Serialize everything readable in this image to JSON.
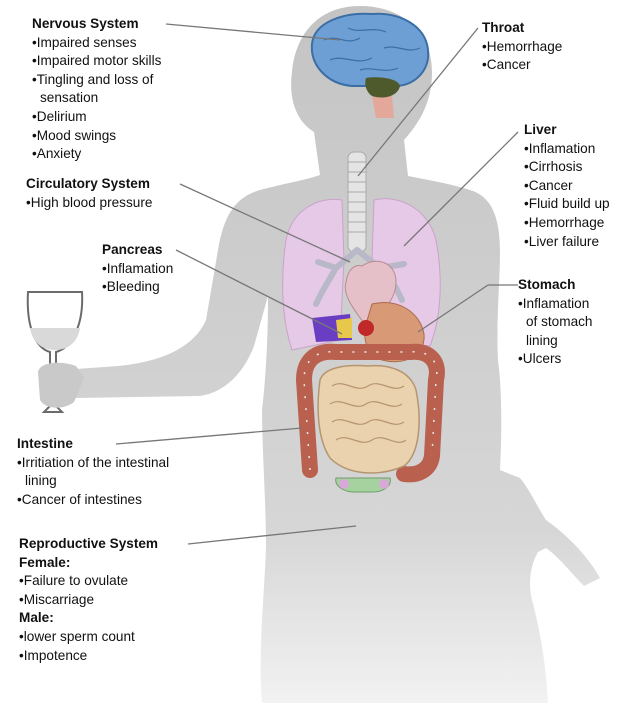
{
  "colors": {
    "body": "#cfcfcf",
    "brain": "#6d9fd4",
    "lungs": "#e6c9e6",
    "intestine": "#b9614e",
    "small_intestine": "#e9d2ad",
    "leader_line": "#777777"
  },
  "labels": {
    "nervous": {
      "title": "Nervous System",
      "items": [
        "•Impaired senses",
        "•Impaired motor skills",
        "•Tingling and loss of",
        "sensation",
        "•Delirium",
        "•Mood swings",
        "•Anxiety"
      ]
    },
    "throat": {
      "title": "Throat",
      "items": [
        "•Hemorrhage",
        "•Cancer"
      ]
    },
    "liver": {
      "title": "Liver",
      "items": [
        "•Inflamation",
        "•Cirrhosis",
        "•Cancer",
        "•Fluid build up",
        "•Hemorrhage",
        "•Liver failure"
      ]
    },
    "circulatory": {
      "title": "Circulatory System",
      "items": [
        "•High blood pressure"
      ]
    },
    "pancreas": {
      "title": "Pancreas",
      "items": [
        "•Inflamation",
        "•Bleeding"
      ]
    },
    "stomach": {
      "title": "Stomach",
      "items": [
        "•Inflamation",
        "of stomach",
        "lining",
        "•Ulcers"
      ]
    },
    "intestine": {
      "title": "Intestine",
      "items": [
        "•Irritiation of the intestinal",
        "lining",
        "•Cancer of intestines"
      ]
    },
    "reproductive": {
      "title": "Reproductive System",
      "female_label": "Female:",
      "female_items": [
        "•Failure to ovulate",
        "•Miscarriage"
      ],
      "male_label": "Male:",
      "male_items": [
        "•lower sperm count",
        "•Impotence"
      ]
    }
  }
}
